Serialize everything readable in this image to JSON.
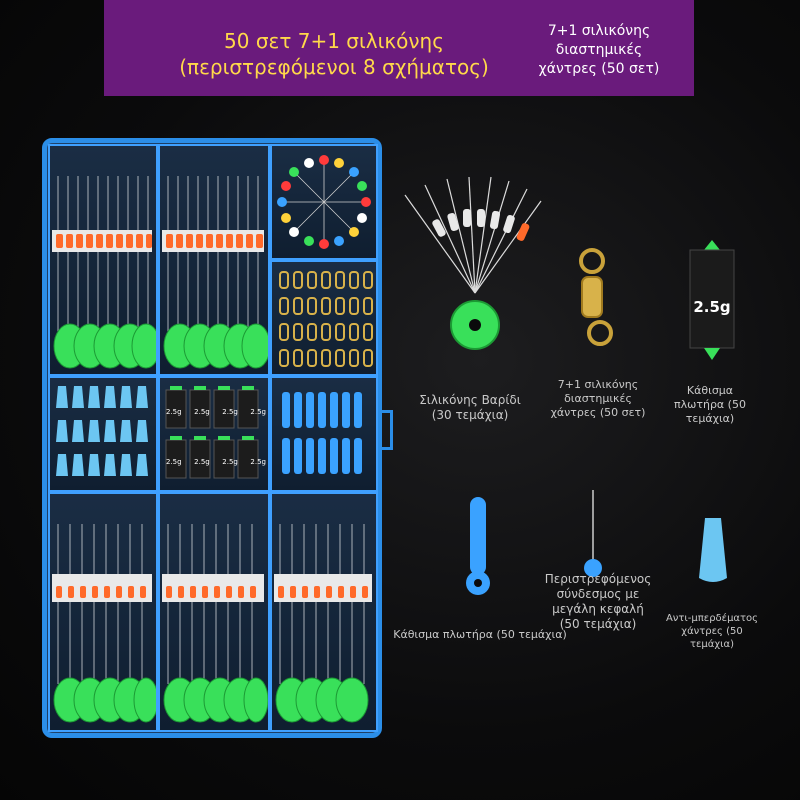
{
  "banner": {
    "main_line1": "50 σετ 7+1 σιλικόνης",
    "main_line2": "(περιστρεφόμενοι 8 σχήματος)",
    "side_line1": "7+1 σιλικόνης",
    "side_line2": "διαστημικές",
    "side_line3": "χάντρες (50 σετ)"
  },
  "weight_label": "2.5g",
  "items": {
    "silicone_weight": {
      "line1": "Σιλικόνης Βαρίδι",
      "line2": "(30 τεμάχια)"
    },
    "spacer_beads": {
      "line1": "7+1 σιλικόνης",
      "line2": "διαστημικές",
      "line3": "χάντρες (50 σετ)"
    },
    "float_seat": {
      "line1": "Κάθισμα",
      "line2": "πλωτήρα (50",
      "line3": "τεμάχια)"
    },
    "float_seat_blue": {
      "line1": "Κάθισμα πλωτήρα (50 τεμάχια)"
    },
    "swivel_big_head": {
      "line1": "Περιστρεφόμενος",
      "line2": "σύνδεσμος με",
      "line3": "μεγάλη κεφαλή",
      "line4": "(50 τεμάχια)"
    },
    "anti_tangle": {
      "line1": "Αντι-μπερδέματος",
      "line2": "χάντρες (50",
      "line3": "τεμάχια)"
    }
  },
  "colors": {
    "banner": "#6a1b7c",
    "banner_title": "#ffd84a",
    "box_blue": "#2b8ee8",
    "green_disc": "#39e05a",
    "orange_bead": "#ff6a2a",
    "light_blue": "#6cc6f2"
  }
}
